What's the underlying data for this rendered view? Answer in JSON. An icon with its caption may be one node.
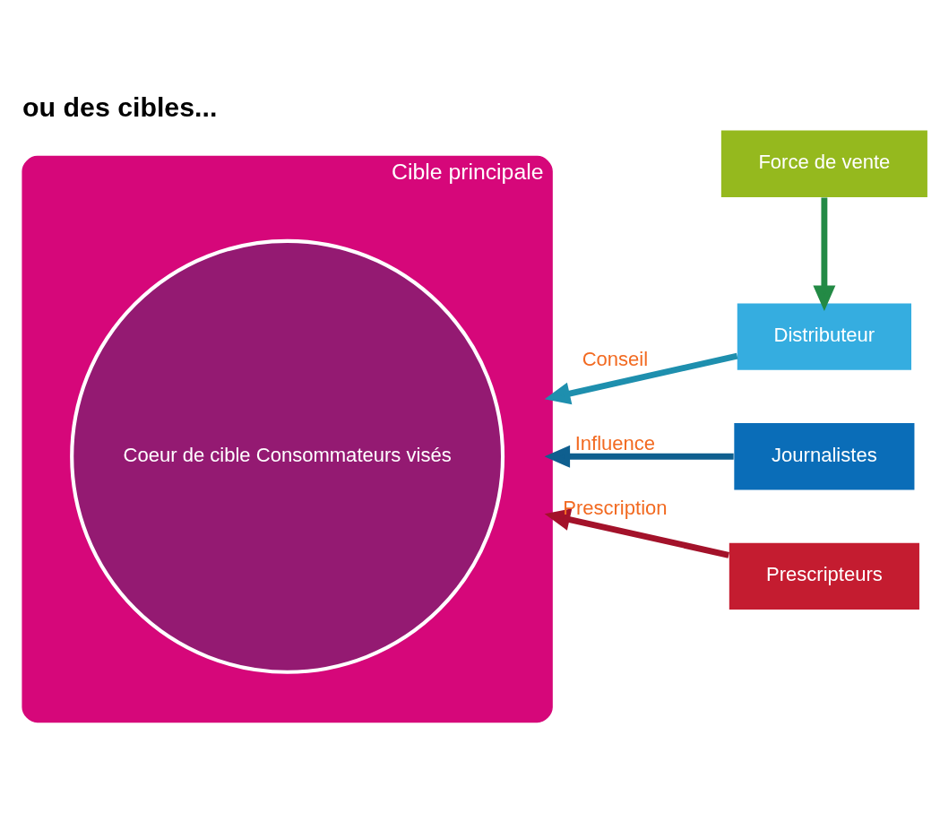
{
  "diagram": {
    "title": "ou des cibles...",
    "nodes": [
      {
        "text": [
          "Cible principale"
        ]
      },
      {
        "text": [
          "Coeur de cible Consommateurs visés"
        ],
        "in": 0
      },
      {
        "text": [
          "Force de vente"
        ]
      },
      {
        "text": [
          "Distributeur"
        ]
      },
      {
        "text": [
          "Journalistes"
        ]
      },
      {
        "text": [
          "Prescripteurs"
        ]
      }
    ],
    "edges": [
      {
        "from": 2,
        "to": 3,
        "arrow": "to",
        "color": "#238a45"
      },
      {
        "from": 3,
        "to": 0,
        "arrow": "to",
        "label": "Conseil",
        "color": "#1e8fae"
      },
      {
        "from": 4,
        "to": 0,
        "arrow": "to",
        "label": "Influence",
        "color": "#0f5f8f"
      },
      {
        "from": 5,
        "to": 0,
        "arrow": "to",
        "label": "Prescription",
        "color": "#a3122a"
      }
    ]
  }
}
